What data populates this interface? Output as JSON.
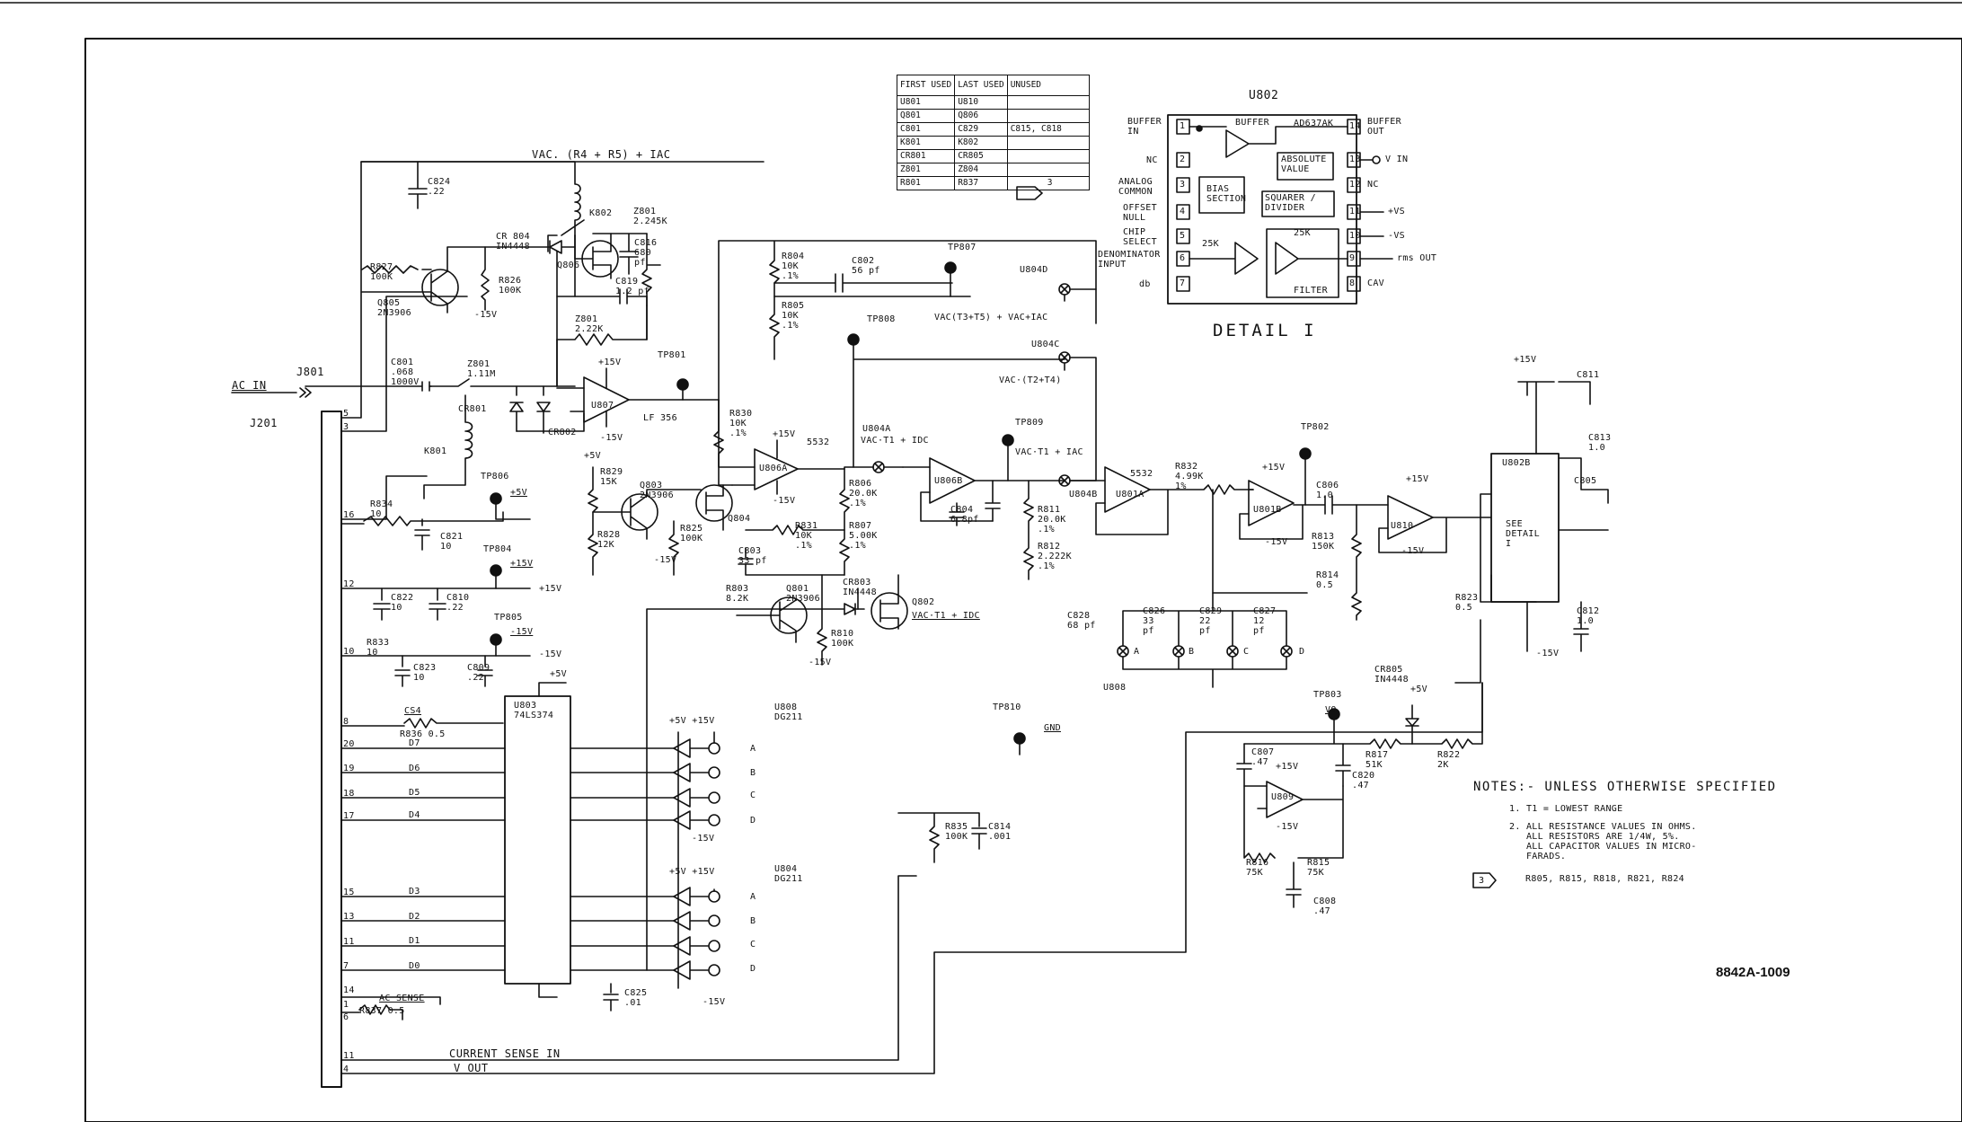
{
  "drawing_number": "8842A-1009",
  "cross_reference_table": {
    "headers": [
      "FIRST USED",
      "LAST USED",
      "UNUSED"
    ],
    "rows": [
      [
        "U801",
        "U810",
        ""
      ],
      [
        "Q801",
        "Q806",
        ""
      ],
      [
        "C801",
        "C829",
        "C815, C818"
      ],
      [
        "K801",
        "K802",
        ""
      ],
      [
        "CR801",
        "CR805",
        ""
      ],
      [
        "Z801",
        "Z804",
        ""
      ],
      [
        "R801",
        "R837",
        "3"
      ]
    ]
  },
  "detail": {
    "title": "DETAIL I",
    "chip_ref": "U802",
    "chip_part": "AD637AK",
    "left_pins": [
      {
        "num": "1",
        "label": "BUFFER\nIN"
      },
      {
        "num": "2",
        "label": "NC"
      },
      {
        "num": "3",
        "label": "ANALOG\nCOMMON"
      },
      {
        "num": "4",
        "label": "OFFSET\nNULL"
      },
      {
        "num": "5",
        "label": "CHIP\nSELECT"
      },
      {
        "num": "6",
        "label": "DENOMINATOR\nINPUT"
      },
      {
        "num": "7",
        "label": "db"
      }
    ],
    "right_pins": [
      {
        "num": "14",
        "label": "BUFFER\nOUT"
      },
      {
        "num": "13",
        "label": "V IN"
      },
      {
        "num": "12",
        "label": "NC"
      },
      {
        "num": "11",
        "label": "+VS"
      },
      {
        "num": "10",
        "label": "-VS"
      },
      {
        "num": "9",
        "label": "rms OUT"
      },
      {
        "num": "8",
        "label": "CAV"
      }
    ],
    "blocks": {
      "buffer": "BUFFER",
      "absolute_value": "ABSOLUTE\nVALUE",
      "bias_section": "BIAS\nSECTION",
      "squarer": "SQUARER /\nDIVIDER",
      "r1": "25K",
      "r2": "25K",
      "filter": "FILTER"
    }
  },
  "notes": {
    "heading": "NOTES:- UNLESS OTHERWISE SPECIFIED",
    "items": [
      "1. T1 = LOWEST RANGE",
      "2. ALL RESISTANCE VALUES IN OHMS.\n   ALL RESISTORS ARE 1/4W, 5%.\n   ALL CAPACITOR VALUES IN MICRO-\n   FARADS."
    ],
    "flag_num": "3",
    "flag_text": "R805, R815, R818, R821, R824"
  },
  "schematic_labels": {
    "j801": "J801",
    "j201": "J201",
    "ac_in": "AC IN",
    "vac_top": "VAC. (R4 + R5) + IAC",
    "k802": "K802",
    "c824": "C824\n.22",
    "cr804": "CR 804\nIN4448",
    "z801a": "Z801\n2.245K",
    "c816": "C816\n680\npf",
    "q806": "Q806",
    "r827": "R827\n100K",
    "r826": "R826\n100K",
    "q805": "Q805\n2N3906",
    "neg15_a": "-15V",
    "c819": "C819\n1.2 pf",
    "z801b": "Z801\n2.22K",
    "c801": "C801\n.068\n1000V",
    "z801c": "Z801\n1.11M",
    "cr801": "CR801",
    "cr802": "CR802",
    "u807": "U807",
    "lf356": "LF 356",
    "p15_u807": "+15V",
    "n15_u807": "-15V",
    "tp801": "TP801",
    "k801": "K801",
    "r804": "R804\n10K\n.1%",
    "r805": "R805\n10K\n.1%",
    "c802": "C802\n56 pf",
    "tp807": "TP807",
    "tp808": "TP808",
    "vac_t3": "VAC(T3+T5) + VAC+IAC",
    "u804d": "U804D",
    "u804c": "U804C",
    "vac_t2": "VAC·(T2+T4)",
    "r830": "R830\n10K\n.1%",
    "u806a": "U806A",
    "ic5532a": "5532",
    "p15_u806": "+15V",
    "n15_u806": "-15V",
    "u804a": "U804A",
    "vac_t1_a": "VAC·T1 + IDC",
    "u806b": "U806B",
    "c804": "C804\n6.8pf",
    "tp809": "TP809",
    "vac_t1_b": "VAC·T1 + IAC",
    "u804b": "U804B",
    "r811": "R811\n20.0K\n.1%",
    "r812": "R812\n2.222K\n.1%",
    "u801a": "U801A",
    "ic5532b": "5532",
    "r832": "R832\n4.99K\n1%",
    "u801b": "U801B",
    "p15_u801b": "+15V",
    "n15_u801b": "-15V",
    "tp802": "TP802",
    "c806": "C806\n1.0",
    "r813": "R813\n150K",
    "r814": "R814\n0.5",
    "u810": "U810",
    "p15_u810": "+15V",
    "n15_u810": "-15V",
    "u802b": "U802B",
    "see_detail": "SEE\nDETAIL\nI",
    "p15_c811": "+15V",
    "c811": "C811",
    "c813": "C813\n1.0",
    "c805": "C805",
    "r823": "R823\n0.5",
    "c812": "C812\n1.0",
    "n15_u802": "-15V",
    "tp806": "TP806",
    "p5_tp": "+5V",
    "r834": "R834\n10",
    "c821": "C821\n10",
    "p5_r829": "+5V",
    "r829": "R829\n15K",
    "q803": "Q803\n2N3906",
    "r828": "R828\n12K",
    "r825": "R825\n100K",
    "n15_r825": "-15V",
    "q804": "Q804",
    "r806": "R806\n20.0K\n.1%",
    "r831": "R831\n10K\n.1%",
    "r807": "R807\n5.00K\n.1%",
    "c803": "C803\n33 pf",
    "tp804": "TP804",
    "p15_tp": "+15V",
    "c822": "C822\n10",
    "c810": "C810\n.22",
    "p15_pin": "+15V",
    "r803": "R803\n8.2K",
    "q801": "Q801\n2N3906",
    "cr803": "CR803\nIN4448",
    "q802": "Q802",
    "vac_t1_c": "VAC·T1 + IDC",
    "r810": "R810\n100K",
    "n15_r810": "-15V",
    "tp805": "TP805",
    "n15_tp": "-15V",
    "r833": "R833\n10",
    "c823": "C823\n10",
    "c809": "C809\n.22",
    "n15_pin": "-15V",
    "c828": "C828\n68 pf",
    "c826": "C826\n33\npf",
    "c829": "C829\n22\npf",
    "c827": "C827\n12\npf",
    "sw_a": "A",
    "sw_b": "B",
    "sw_c": "C",
    "sw_d": "D",
    "u808_lbl": "U808",
    "cs4": "CS4",
    "r836": "R836 0.5",
    "u803": "U803\n74LS374",
    "p5_u803": "+5V",
    "d7": "D7",
    "d6": "D6",
    "d5": "D5",
    "d4": "D4",
    "d3": "D3",
    "d2": "D2",
    "d1": "D1",
    "d0": "D0",
    "u808_top": "U808\nDG211",
    "u804_top": "U804\nDG211",
    "p5_sw1": "+5V +15V",
    "p5_sw2": "+5V +15V",
    "n15_sw1": "-15V",
    "n15_sw2": "-15V",
    "a_ch1": "A",
    "b_ch1": "B",
    "c_ch1": "C",
    "d_ch1": "D",
    "a_ch2": "A",
    "b_ch2": "B",
    "c_ch2": "C",
    "d_ch2": "D",
    "tp810": "TP810",
    "gnd": "GND",
    "r835": "R835\n100K",
    "c814": "C814\n.001",
    "c825": "C825\n.01",
    "tp803": "TP803",
    "vo": "VO",
    "cr805": "CR805\nIN4448",
    "p5_cr805": "+5V",
    "r817": "R817\n51K",
    "r822": "R822\n2K",
    "c807": "C807\n.47",
    "u809": "U809",
    "p15_u809": "+15V",
    "n15_u809": "-15V",
    "c820": "C820\n.47",
    "r816": "R816\n75K",
    "r815": "R815\n75K",
    "c808": "C808\n.47",
    "ac_sense": "AC SENSE",
    "r837": "R837 0.5",
    "current_sense": "CURRENT SENSE IN",
    "v_out": "V OUT"
  },
  "connector_pins": [
    "5",
    "3",
    "16",
    "12",
    "10",
    "8",
    "20",
    "19",
    "18",
    "17",
    "15",
    "13",
    "11",
    "7",
    "14",
    "1",
    "6",
    "11",
    "4"
  ]
}
